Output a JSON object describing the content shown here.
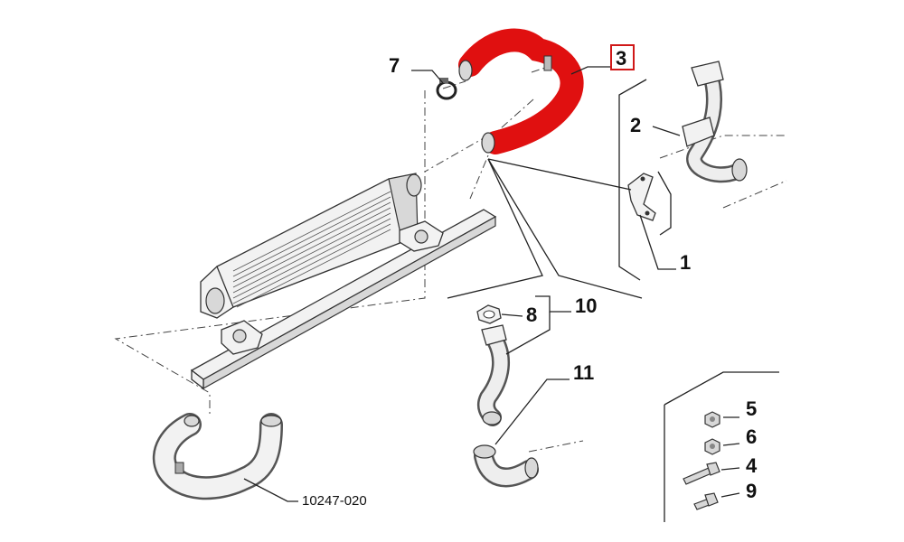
{
  "diagram": {
    "callouts": [
      {
        "id": "c7",
        "label": "7"
      },
      {
        "id": "c3",
        "label": "3"
      },
      {
        "id": "c2",
        "label": "2"
      },
      {
        "id": "c1",
        "label": "1"
      },
      {
        "id": "c8",
        "label": "8"
      },
      {
        "id": "c10",
        "label": "10"
      },
      {
        "id": "c11",
        "label": "11"
      },
      {
        "id": "c5",
        "label": "5"
      },
      {
        "id": "c6",
        "label": "6"
      },
      {
        "id": "c4",
        "label": "4"
      },
      {
        "id": "c9",
        "label": "9"
      }
    ],
    "reference_code": "10247-020",
    "colors": {
      "highlight_part": "#e01010",
      "highlight_box": "#d01818",
      "line": "#222222"
    }
  }
}
